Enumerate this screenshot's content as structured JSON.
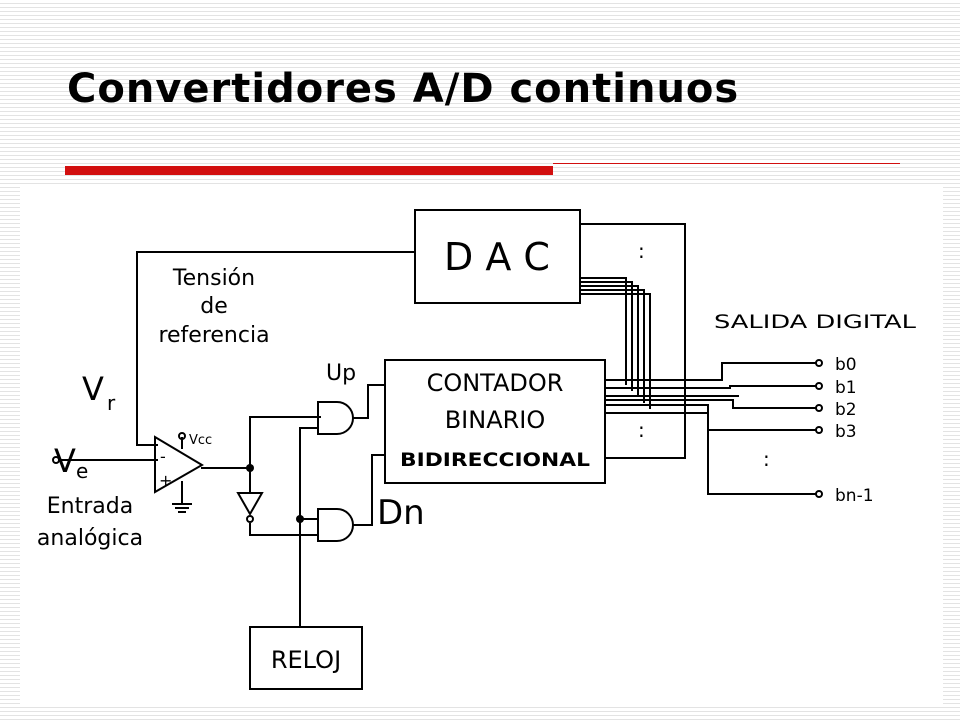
{
  "slide": {
    "title": "Convertidores A/D continuos",
    "accent_color": "#d20f0f"
  },
  "diagram": {
    "blocks": {
      "dac": "D A C",
      "counter_line1": "CONTADOR",
      "counter_line2": "BINARIO",
      "counter_line3": "BIDIRECCIONAL",
      "clock": "RELOJ"
    },
    "labels": {
      "reference_line1": "Tensión",
      "reference_line2": "de",
      "reference_line3": "referencia",
      "output_title": "SALIDA DIGITAL",
      "up": "Up",
      "down": "Dn",
      "vr": "V",
      "vr_sub": "r",
      "ve": "V",
      "ve_sub": "e",
      "input_line1": "Entrada",
      "input_line2": "analógica",
      "vcc": "Vcc",
      "minus": "-",
      "plus": "+",
      "ellipsis": ":"
    },
    "outputs": {
      "b0": "b0",
      "b1": "b1",
      "b2": "b2",
      "b3": "b3",
      "bn1": "bn-1"
    }
  }
}
